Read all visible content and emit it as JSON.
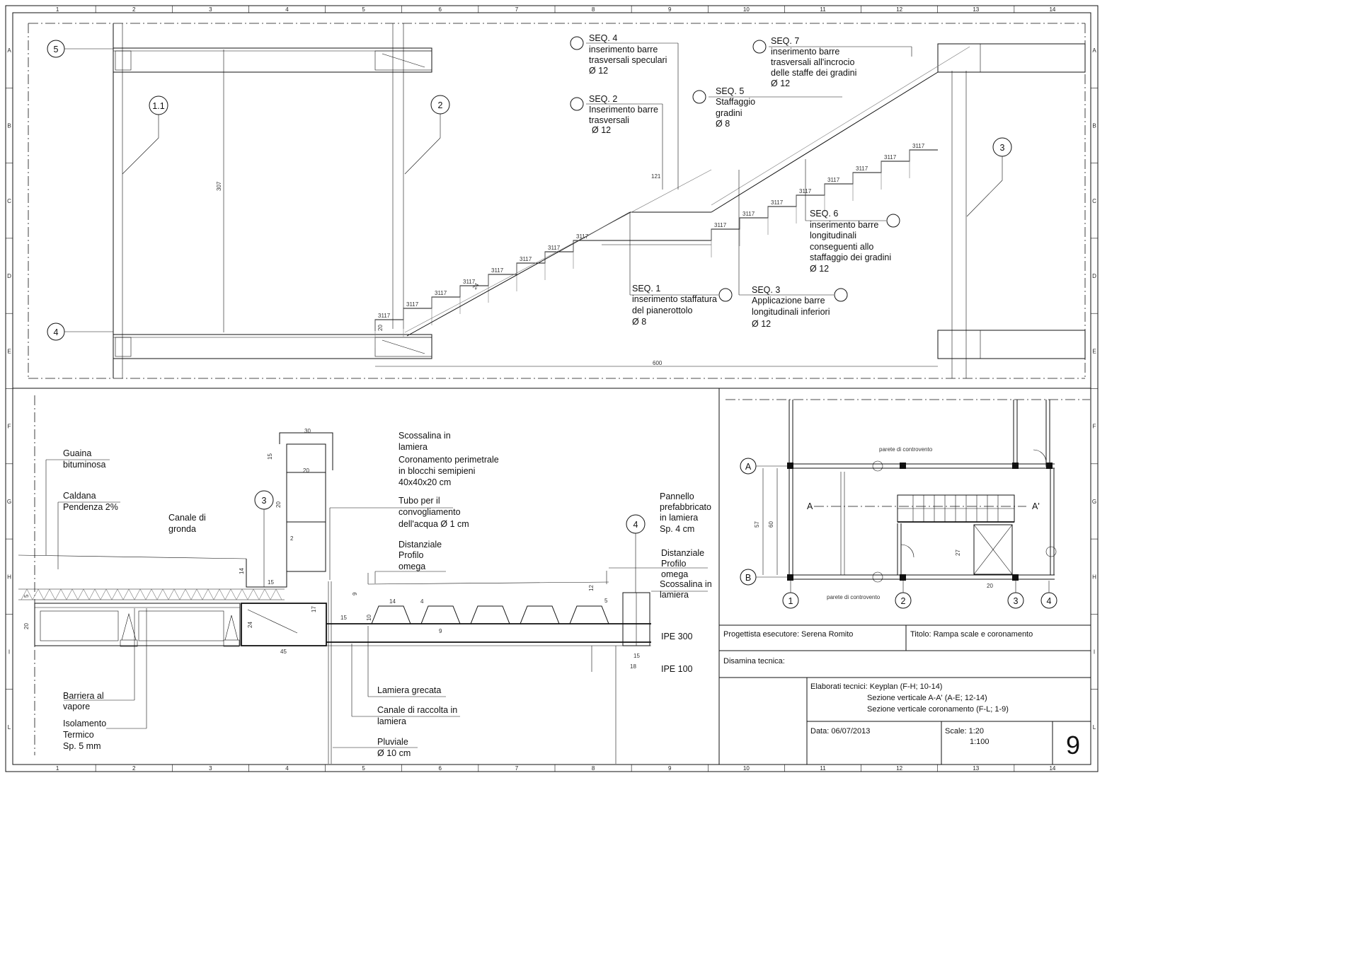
{
  "sheet": {
    "border_cols": [
      "1",
      "2",
      "3",
      "4",
      "5",
      "6",
      "7",
      "8",
      "9",
      "10",
      "11",
      "12",
      "13",
      "14"
    ],
    "border_rows": [
      "A",
      "B",
      "C",
      "D",
      "E",
      "F",
      "G",
      "H",
      "I",
      "L"
    ]
  },
  "staircase": {
    "axis_markers": [
      "5",
      "1.1",
      "2",
      "4",
      "3"
    ],
    "sequences": [
      {
        "title": "SEQ. 4",
        "lines": [
          "inserimento barre",
          "trasversali speculari",
          "Ø 12"
        ]
      },
      {
        "title": "SEQ. 2",
        "lines": [
          "Inserimento barre",
          "trasversali",
          "Ø 12"
        ]
      },
      {
        "title": "SEQ. 5",
        "lines": [
          "Staffaggio",
          "gradini",
          "Ø 8"
        ]
      },
      {
        "title": "SEQ. 7",
        "lines": [
          "inserimento barre",
          "trasversali all'incrocio",
          "delle staffe dei gradini",
          "Ø 12"
        ]
      },
      {
        "title": "SEQ. 6",
        "lines": [
          "inserimento barre",
          "longitudinali",
          "conseguenti allo",
          "staffaggio dei gradini",
          "Ø 12"
        ]
      },
      {
        "title": "SEQ. 1",
        "lines": [
          "inserimento staffatura",
          "del pianerottolo",
          "Ø 8"
        ]
      },
      {
        "title": "SEQ. 3",
        "lines": [
          "Applicazione barre",
          "longitudinali inferiori",
          "Ø 12"
        ]
      }
    ],
    "step_tread": "31",
    "step_riser": "17",
    "dim_height": "307",
    "dim_length": "600",
    "dim_landing": "121",
    "dim_slab": "20",
    "dim_slope": "24"
  },
  "detail": {
    "axis_markers": [
      "3",
      "4"
    ],
    "labels": {
      "guaina": [
        "Guaina",
        "bituminosa"
      ],
      "caldana": [
        "Caldana",
        "Pendenza 2%"
      ],
      "canale_gronda": [
        "Canale di",
        "gronda"
      ],
      "scossalina_top": [
        "Scossalina in",
        "lamiera"
      ],
      "coronamento": [
        "Coronamento perimetrale",
        "in blocchi semipieni",
        "40x40x20 cm"
      ],
      "tubo": [
        "Tubo per il",
        "convogliamento",
        "dell'acqua Ø 1 cm"
      ],
      "distanziale_1": [
        "Distanziale",
        "Profilo",
        "omega"
      ],
      "pannello": [
        "Pannello",
        "prefabbricato",
        "in lamiera",
        "Sp. 4 cm"
      ],
      "distanziale_2": [
        "Distanziale",
        "Profilo",
        "omega"
      ],
      "scossalina_right": [
        "Scossalina in",
        "lamiera"
      ],
      "ipe300": "IPE 300",
      "ipe100": "IPE 100",
      "barriera": [
        "Barriera al",
        "vapore"
      ],
      "isolamento": [
        "Isolamento",
        "Termico",
        "Sp. 5 mm"
      ],
      "lamiera_grecata": "Lamiera grecata",
      "canale_raccolta": [
        "Canale di raccolta in",
        "lamiera"
      ],
      "pluviale": [
        "Pluviale",
        "Ø 10 cm"
      ]
    },
    "dims": [
      "30",
      "15",
      "20",
      "20",
      "2",
      "14",
      "15",
      "5",
      "20",
      "24",
      "17",
      "45",
      "15",
      "10",
      "9",
      "14",
      "4",
      "9",
      "12",
      "5",
      "15",
      "18"
    ]
  },
  "keyplan": {
    "row_markers": [
      "A",
      "B"
    ],
    "col_markers": [
      "1",
      "2",
      "3",
      "4"
    ],
    "wall_label_top": "parete di controvento",
    "wall_label_bottom": "parete di controvento",
    "section_left": "A",
    "section_right": "A'",
    "dims": [
      "57",
      "60",
      "27",
      "20"
    ]
  },
  "title_block": {
    "progettista": "Progettista esecutore: Serena Romito",
    "titolo": "Titolo: Rampa scale e coronamento",
    "disamina": "Disamina tecnica:",
    "elaborati": [
      "Elaborati tecnici: Keyplan (F-H; 10-14)",
      "Sezione verticale A-A' (A-E; 12-14)",
      "Sezione verticale coronamento (F-L; 1-9)"
    ],
    "data": "Data: 06/07/2013",
    "scale": [
      "Scale: 1:20",
      "1:100"
    ],
    "sheet_number": "9"
  }
}
